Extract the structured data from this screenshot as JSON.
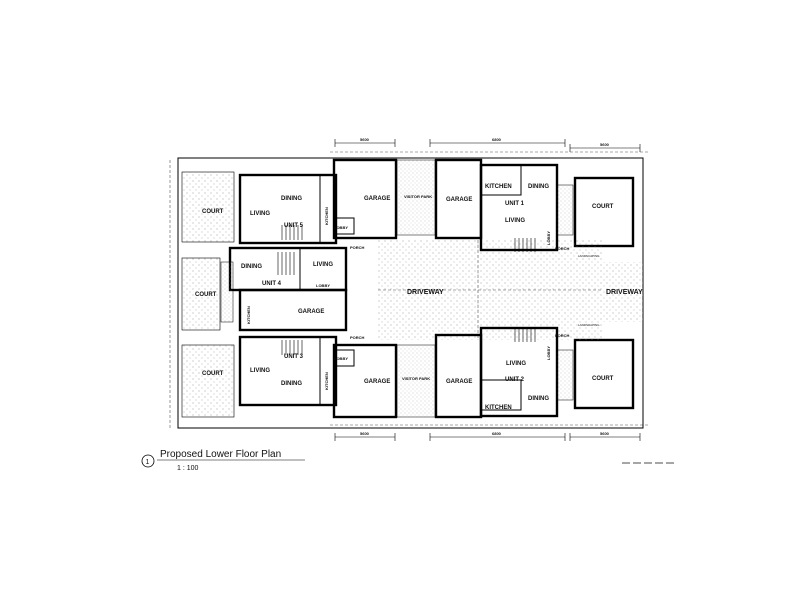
{
  "title": "Proposed  Lower Floor Plan",
  "scale": "1 : 100",
  "view_number": "1",
  "labels": {
    "court": "COURT",
    "living": "LIVING",
    "dining": "DINING",
    "kitchen": "KITCHEN",
    "lobby": "LOBBY",
    "porch": "PORCH",
    "garage": "GARAGE",
    "visitor_park": "VISITOR PARK",
    "driveway": "DRIVEWAY",
    "landscaping": "LANDSCAPING"
  },
  "units": {
    "unit1": "UNIT 1",
    "unit2": "UNIT 2",
    "unit3": "UNIT 3",
    "unit4": "UNIT 4",
    "unit5": "UNIT 5"
  },
  "dimensions": {
    "d5600": "5600",
    "d6800": "6800"
  }
}
